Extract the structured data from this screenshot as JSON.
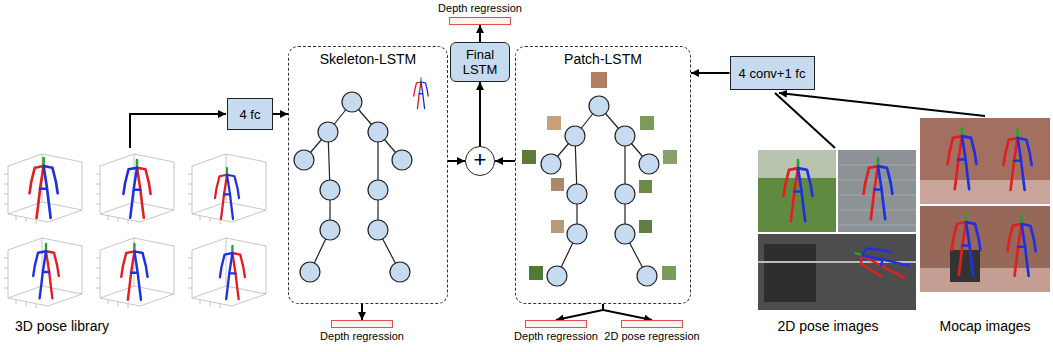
{
  "diagram": {
    "nodes": [
      {
        "text": [
          "4 fc"
        ]
      },
      {
        "text": [
          "Skeleton-LSTM"
        ]
      },
      {
        "text": [
          "Depth regression"
        ]
      },
      {
        "text": [
          "Depth regression"
        ]
      },
      {
        "text": [
          "Final LSTM"
        ]
      },
      {
        "text": [
          "+"
        ]
      },
      {
        "text": [
          "Patch-LSTM"
        ]
      },
      {
        "text": [
          "Depth regression"
        ]
      },
      {
        "text": [
          "2D pose regression"
        ]
      },
      {
        "text": [
          "4 conv+1 fc"
        ]
      }
    ],
    "edges": [
      {
        "from": 0,
        "to": 1,
        "arrow": "to"
      },
      {
        "from": 1,
        "to": 5,
        "arrow": "to"
      },
      {
        "from": 6,
        "to": 5,
        "arrow": "to"
      },
      {
        "from": 5,
        "to": 4,
        "arrow": "to"
      },
      {
        "from": 4,
        "to": 3,
        "arrow": "to"
      },
      {
        "from": 1,
        "to": 2,
        "arrow": "to"
      },
      {
        "from": 6,
        "to": 7,
        "arrow": "to"
      },
      {
        "from": 6,
        "to": 8,
        "arrow": "to"
      },
      {
        "from": 9,
        "to": 6,
        "arrow": "to"
      }
    ],
    "labels": [
      "3D pose library",
      "2D pose images",
      "Mocap images"
    ]
  }
}
